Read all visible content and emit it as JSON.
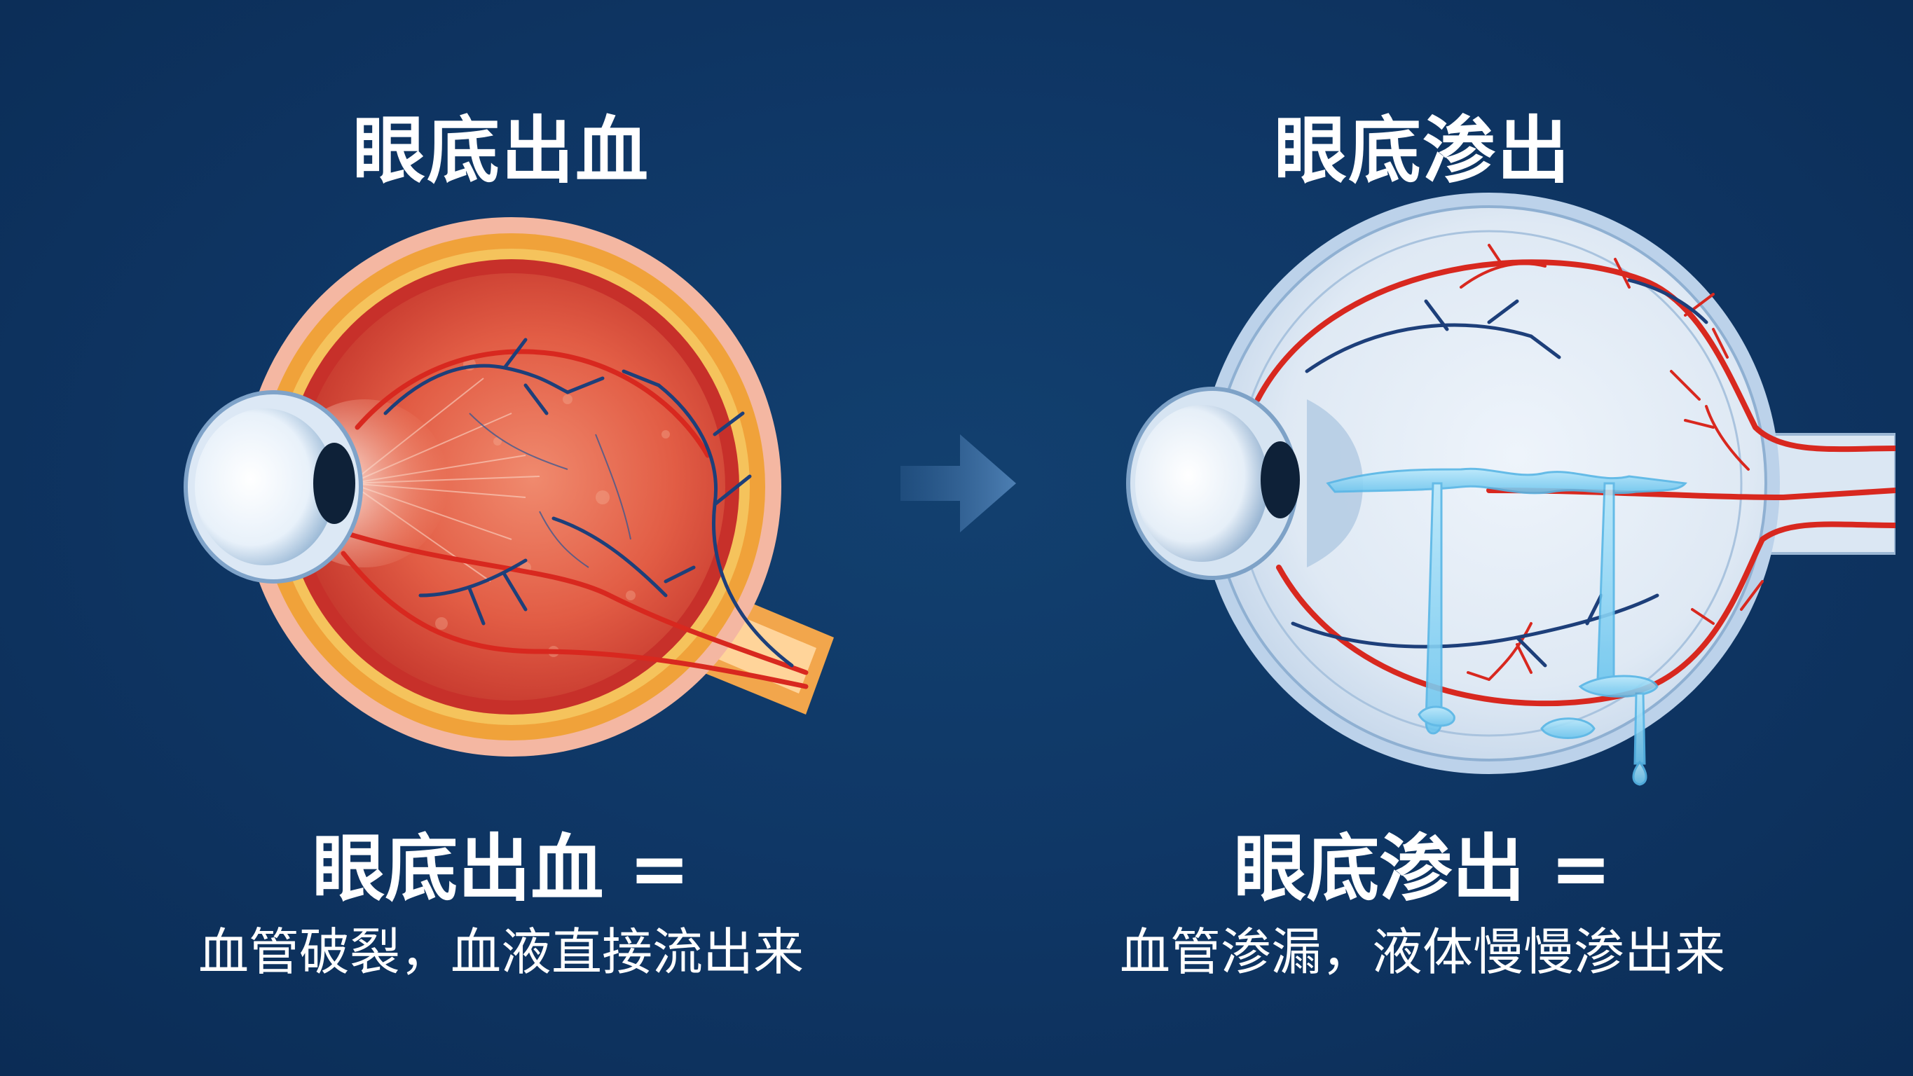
{
  "left": {
    "title": "眼底出血",
    "headline": "眼底出血 =",
    "description": "血管破裂，血液直接流出来"
  },
  "right": {
    "title": "眼底渗出",
    "headline": "眼底渗出 =",
    "description": "血管渗漏，液体慢慢渗出来"
  },
  "colors": {
    "background": "#0f3766",
    "blood_red": "#d8281f",
    "vein_blue": "#1d3f7a",
    "fluid_blue": "#8fd4f2",
    "sclera_orange": "#f0a23a"
  },
  "icons": {
    "arrow": "arrow-right-icon"
  }
}
